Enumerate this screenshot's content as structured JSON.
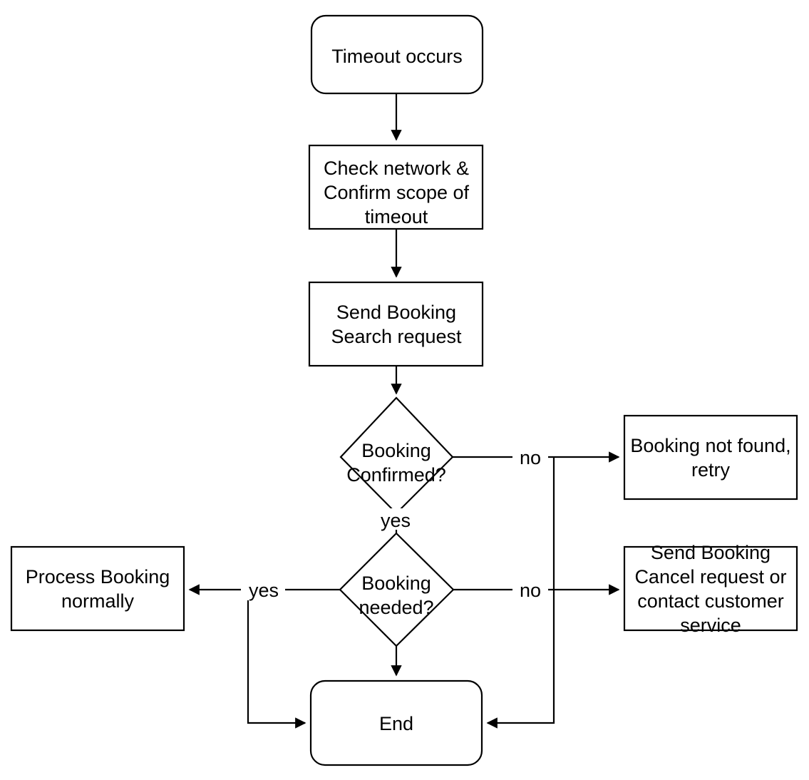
{
  "diagram": {
    "title": "Booking Timeout Handling Flowchart",
    "type": "flowchart",
    "background_color": "#ffffff",
    "stroke_color": "#000000",
    "fill_color": "#ffffff"
  },
  "nodes": {
    "start": {
      "id": "start",
      "shape": "rounded-rectangle",
      "lines": [
        "Timeout occurs"
      ],
      "line1": "Timeout occurs"
    },
    "check_network": {
      "id": "check_network",
      "shape": "rectangle",
      "lines": [
        "Check network &",
        "Confirm scope of",
        "timeout"
      ],
      "line1": "Check network &",
      "line2": "Confirm scope of",
      "line3": "timeout"
    },
    "send_search": {
      "id": "send_search",
      "shape": "rectangle",
      "lines": [
        "Send Booking",
        "Search request"
      ],
      "line1": "Send Booking",
      "line2": "Search request"
    },
    "booking_confirmed": {
      "id": "booking_confirmed",
      "shape": "diamond",
      "lines": [
        "Booking",
        "Confirmed?"
      ],
      "line1": "Booking",
      "line2": "Confirmed?"
    },
    "booking_not_found": {
      "id": "booking_not_found",
      "shape": "rectangle",
      "lines": [
        "Booking not found,",
        "retry"
      ],
      "line1": "Booking not found,",
      "line2": "retry"
    },
    "booking_needed": {
      "id": "booking_needed",
      "shape": "diamond",
      "lines": [
        "Booking",
        "needed?"
      ],
      "line1": "Booking",
      "line2": "needed?"
    },
    "process_normally": {
      "id": "process_normally",
      "shape": "rectangle",
      "lines": [
        "Process Booking",
        "normally"
      ],
      "line1": "Process Booking",
      "line2": "normally"
    },
    "send_cancel": {
      "id": "send_cancel",
      "shape": "rectangle",
      "lines": [
        "Send Booking",
        "Cancel request or",
        "contact customer",
        "service"
      ],
      "line1": "Send Booking",
      "line2": "Cancel request or",
      "line3": "contact customer",
      "line4": "service"
    },
    "end": {
      "id": "end",
      "shape": "rounded-rectangle",
      "lines": [
        "End"
      ],
      "line1": "End"
    }
  },
  "edges": [
    {
      "from": "start",
      "to": "check_network",
      "label": ""
    },
    {
      "from": "check_network",
      "to": "send_search",
      "label": ""
    },
    {
      "from": "send_search",
      "to": "booking_confirmed",
      "label": ""
    },
    {
      "from": "booking_confirmed",
      "to": "booking_not_found",
      "label": "no"
    },
    {
      "from": "booking_confirmed",
      "to": "booking_needed",
      "label": "yes"
    },
    {
      "from": "booking_needed",
      "to": "process_normally",
      "label": "yes"
    },
    {
      "from": "booking_needed",
      "to": "send_cancel",
      "label": "no"
    },
    {
      "from": "booking_needed",
      "to": "end",
      "label": ""
    },
    {
      "from": "process_normally",
      "to": "end",
      "label": ""
    },
    {
      "from": "send_cancel",
      "to": "end",
      "label": ""
    }
  ],
  "edge_labels": {
    "confirmed_no": "no",
    "confirmed_yes": "yes",
    "needed_yes": "yes",
    "needed_no": "no"
  }
}
